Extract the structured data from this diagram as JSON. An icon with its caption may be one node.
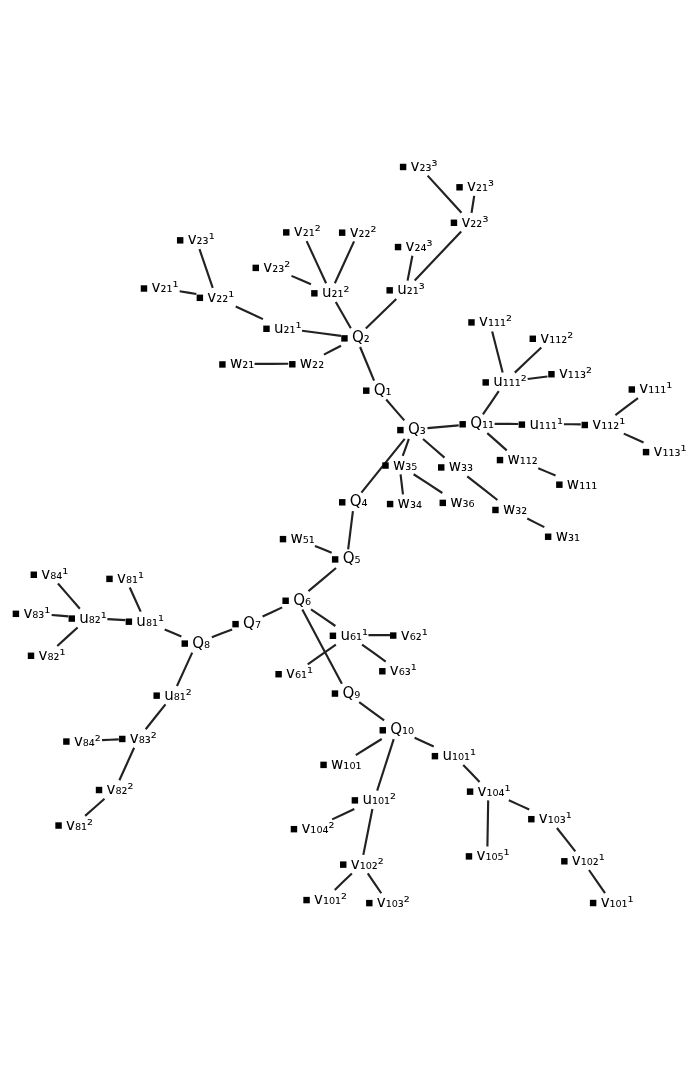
{
  "diagram": {
    "nodes": [
      {
        "text": [
          "v₁₀₄²"
        ]
      },
      {
        "text": [
          "v₁₀₃²"
        ]
      },
      {
        "text": [
          "v₁₀₂²"
        ]
      },
      {
        "text": [
          "v₁₀₁²"
        ]
      },
      {
        "text": [
          "u₁₀₁²"
        ]
      },
      {
        "text": [
          "v₁₀₅¹"
        ]
      },
      {
        "text": [
          "v₁₀₄¹"
        ]
      },
      {
        "text": [
          "v₁₀₃¹"
        ]
      },
      {
        "text": [
          "v₁₀₂¹"
        ]
      },
      {
        "text": [
          "v₁₀₁¹"
        ]
      },
      {
        "text": [
          "u₁₀₁¹"
        ]
      },
      {
        "text": [
          "w₁₀₁"
        ]
      },
      {
        "text": [
          "Q₁₀"
        ]
      },
      {
        "text": [
          "Q₉"
        ]
      },
      {
        "text": [
          "v₈₄²"
        ]
      },
      {
        "text": [
          "v₈₃²"
        ]
      },
      {
        "text": [
          "v₈₂²"
        ]
      },
      {
        "text": [
          "v₈₁²"
        ]
      },
      {
        "text": [
          "u₈₁²"
        ]
      },
      {
        "text": [
          "Q₈"
        ]
      },
      {
        "text": [
          "v₈₁¹"
        ]
      },
      {
        "text": [
          "v₈₂¹"
        ]
      },
      {
        "text": [
          "v₈₃¹"
        ]
      },
      {
        "text": [
          "v₈₄¹"
        ]
      },
      {
        "text": [
          "u₈₁¹"
        ]
      },
      {
        "text": [
          "u₈₂¹"
        ]
      },
      {
        "text": [
          "u₆₁¹"
        ]
      },
      {
        "text": [
          "Q₇"
        ]
      },
      {
        "text": [
          "Q₆"
        ]
      },
      {
        "text": [
          "v₆₃¹"
        ]
      },
      {
        "text": [
          "v₆₂¹"
        ]
      },
      {
        "text": [
          "v₆₁¹"
        ]
      },
      {
        "text": [
          "w₅₁"
        ]
      },
      {
        "text": [
          "Q₅"
        ]
      },
      {
        "text": [
          "v₁₁₃¹"
        ]
      },
      {
        "text": [
          "v₁₁₂¹"
        ]
      },
      {
        "text": [
          "u₁₁₁¹"
        ]
      },
      {
        "text": [
          "v₁₁₁¹"
        ]
      },
      {
        "text": [
          "Q₄"
        ]
      },
      {
        "text": [
          "u₁₁₁²"
        ]
      },
      {
        "text": [
          "v₂₄³"
        ]
      },
      {
        "text": [
          "w₂₁"
        ]
      },
      {
        "text": [
          "v₂₃³"
        ]
      },
      {
        "text": [
          "v₂₂³"
        ]
      },
      {
        "text": [
          "u₂₁³"
        ]
      },
      {
        "text": [
          "w₂₂"
        ]
      },
      {
        "text": [
          "v₂₁³"
        ]
      },
      {
        "text": [
          "Q₁₁"
        ]
      },
      {
        "text": [
          "Q₃"
        ]
      },
      {
        "text": [
          "Q₁"
        ]
      },
      {
        "text": [
          "Q₂"
        ]
      },
      {
        "text": [
          "v₁₁₃²"
        ]
      },
      {
        "text": [
          "v₁₁₂²"
        ]
      },
      {
        "text": [
          "v₁₁₁²"
        ]
      },
      {
        "text": [
          "w₁₁₂"
        ]
      },
      {
        "text": [
          "w₁₁₁"
        ]
      },
      {
        "text": [
          "v₂₁¹"
        ]
      },
      {
        "text": [
          "v₂₁²"
        ]
      },
      {
        "text": [
          "v₂₂¹"
        ]
      },
      {
        "text": [
          "u₂₁¹"
        ]
      },
      {
        "text": [
          "u₂₁²"
        ]
      },
      {
        "text": [
          "v₂₂²"
        ]
      },
      {
        "text": [
          "v₂₃²"
        ]
      },
      {
        "text": [
          "w₃₁"
        ]
      },
      {
        "text": [
          "w₃₂"
        ]
      },
      {
        "text": [
          "w₃₃"
        ]
      },
      {
        "text": [
          "w₃₄"
        ]
      },
      {
        "text": [
          "w₃₅"
        ]
      },
      {
        "text": [
          "w₃₆"
        ]
      },
      {
        "text": [
          "v₂₃¹"
        ]
      }
    ],
    "edges": [
      {
        "from": 0,
        "to": 4,
        "arrow": "none"
      },
      {
        "from": 4,
        "to": 2,
        "arrow": "none"
      },
      {
        "from": 1,
        "to": 2,
        "arrow": "none"
      },
      {
        "from": 2,
        "to": 3,
        "arrow": "none"
      },
      {
        "from": 4,
        "to": 12,
        "arrow": "none"
      },
      {
        "from": 12,
        "to": 11,
        "arrow": "none"
      },
      {
        "from": 12,
        "to": 10,
        "arrow": "none"
      },
      {
        "from": 10,
        "to": 6,
        "arrow": "none"
      },
      {
        "from": 9,
        "to": 8,
        "arrow": "none"
      },
      {
        "from": 8,
        "to": 7,
        "arrow": "none"
      },
      {
        "from": 7,
        "to": 6,
        "arrow": "none"
      },
      {
        "from": 6,
        "to": 5,
        "arrow": "none"
      },
      {
        "from": 12,
        "to": 13,
        "arrow": "none"
      },
      {
        "from": 13,
        "to": 28,
        "arrow": "none"
      },
      {
        "from": 28,
        "to": 26,
        "arrow": "none"
      },
      {
        "from": 26,
        "to": 29,
        "arrow": "none"
      },
      {
        "from": 26,
        "to": 30,
        "arrow": "none"
      },
      {
        "from": 26,
        "to": 31,
        "arrow": "none"
      },
      {
        "from": 28,
        "to": 27,
        "arrow": "none"
      },
      {
        "from": 27,
        "to": 19,
        "arrow": "none"
      },
      {
        "from": 19,
        "to": 18,
        "arrow": "none"
      },
      {
        "from": 18,
        "to": 15,
        "arrow": "none"
      },
      {
        "from": 14,
        "to": 15,
        "arrow": "none"
      },
      {
        "from": 15,
        "to": 16,
        "arrow": "none"
      },
      {
        "from": 16,
        "to": 17,
        "arrow": "none"
      },
      {
        "from": 19,
        "to": 24,
        "arrow": "none"
      },
      {
        "from": 24,
        "to": 20,
        "arrow": "none"
      },
      {
        "from": 24,
        "to": 25,
        "arrow": "none"
      },
      {
        "from": 25,
        "to": 21,
        "arrow": "none"
      },
      {
        "from": 25,
        "to": 22,
        "arrow": "none"
      },
      {
        "from": 25,
        "to": 23,
        "arrow": "none"
      },
      {
        "from": 28,
        "to": 33,
        "arrow": "none"
      },
      {
        "from": 33,
        "to": 32,
        "arrow": "none"
      },
      {
        "from": 33,
        "to": 38,
        "arrow": "none"
      },
      {
        "from": 38,
        "to": 48,
        "arrow": "none"
      },
      {
        "from": 48,
        "to": 47,
        "arrow": "none"
      },
      {
        "from": 47,
        "to": 36,
        "arrow": "none"
      },
      {
        "from": 36,
        "to": 35,
        "arrow": "none"
      },
      {
        "from": 34,
        "to": 35,
        "arrow": "none"
      },
      {
        "from": 35,
        "to": 37,
        "arrow": "none"
      },
      {
        "from": 47,
        "to": 39,
        "arrow": "none"
      },
      {
        "from": 39,
        "to": 51,
        "arrow": "none"
      },
      {
        "from": 39,
        "to": 52,
        "arrow": "none"
      },
      {
        "from": 39,
        "to": 53,
        "arrow": "none"
      },
      {
        "from": 47,
        "to": 54,
        "arrow": "none"
      },
      {
        "from": 54,
        "to": 55,
        "arrow": "none"
      },
      {
        "from": 48,
        "to": 49,
        "arrow": "none"
      },
      {
        "from": 49,
        "to": 50,
        "arrow": "none"
      },
      {
        "from": 50,
        "to": 45,
        "arrow": "none"
      },
      {
        "from": 45,
        "to": 41,
        "arrow": "none"
      },
      {
        "from": 50,
        "to": 44,
        "arrow": "none"
      },
      {
        "from": 44,
        "to": 40,
        "arrow": "none"
      },
      {
        "from": 44,
        "to": 43,
        "arrow": "none"
      },
      {
        "from": 42,
        "to": 43,
        "arrow": "none"
      },
      {
        "from": 43,
        "to": 46,
        "arrow": "none"
      },
      {
        "from": 50,
        "to": 59,
        "arrow": "none"
      },
      {
        "from": 59,
        "to": 58,
        "arrow": "none"
      },
      {
        "from": 56,
        "to": 58,
        "arrow": "none"
      },
      {
        "from": 58,
        "to": 69,
        "arrow": "none"
      },
      {
        "from": 50,
        "to": 60,
        "arrow": "none"
      },
      {
        "from": 60,
        "to": 57,
        "arrow": "none"
      },
      {
        "from": 60,
        "to": 61,
        "arrow": "none"
      },
      {
        "from": 60,
        "to": 62,
        "arrow": "none"
      },
      {
        "from": 48,
        "to": 65,
        "arrow": "none"
      },
      {
        "from": 65,
        "to": 64,
        "arrow": "none"
      },
      {
        "from": 64,
        "to": 63,
        "arrow": "none"
      },
      {
        "from": 48,
        "to": 67,
        "arrow": "none"
      },
      {
        "from": 67,
        "to": 66,
        "arrow": "none"
      },
      {
        "from": 67,
        "to": 68,
        "arrow": "none"
      }
    ]
  }
}
